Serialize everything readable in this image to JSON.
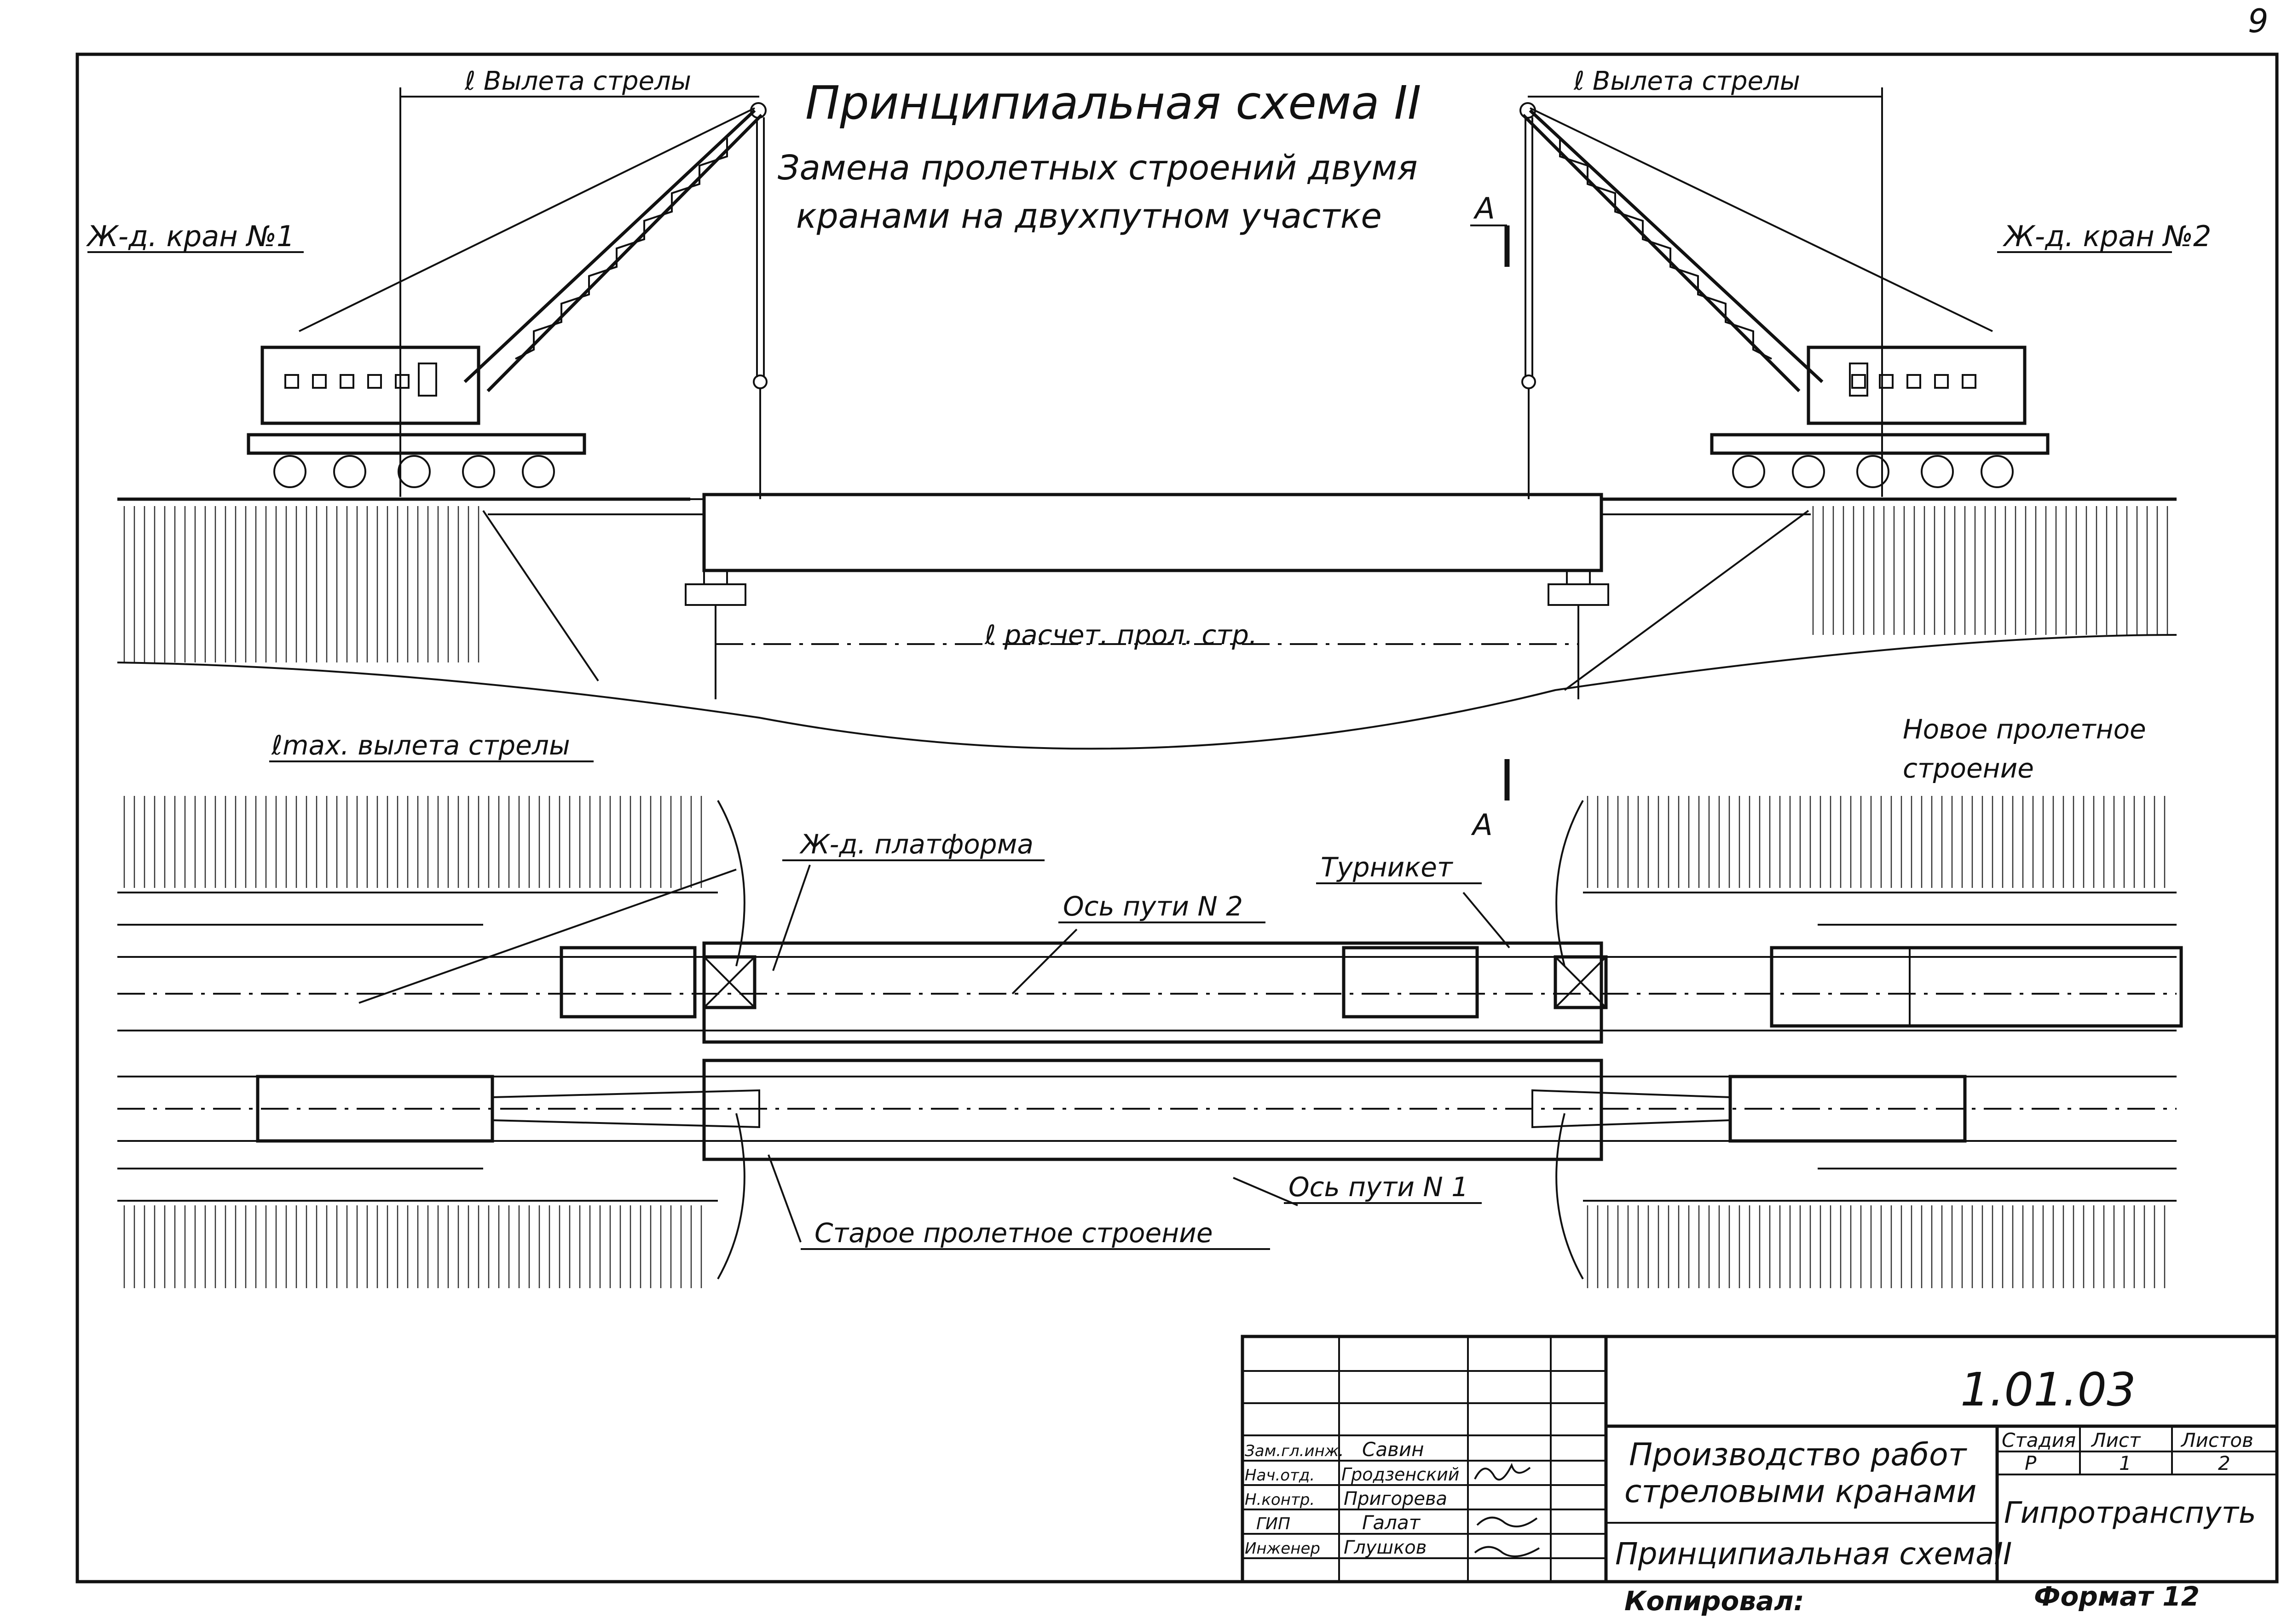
{
  "page_number": "9",
  "title": "Принципиальная схема II",
  "subtitle_line1": "Замена пролетных строений двумя",
  "subtitle_line2": "кранами на двухпутном участке",
  "labels": {
    "crane1": "Ж-д. кран №1",
    "crane2": "Ж-д. кран №2",
    "boom_reach_left": "ℓ  Вылета стрелы",
    "boom_reach_right": "ℓ  Вылета стрелы",
    "section_mark": "А",
    "span_design": "ℓ расчет. прол. стр.",
    "max_boom_reach": "ℓmax. вылета стрелы",
    "platform": "Ж-д. платформа",
    "turnstile": "Турникет",
    "new_span": "Новое пролетное",
    "new_span2": "строение",
    "track2_axis": "Ось пути N 2",
    "track1_axis": "Ось пути N 1",
    "old_span": "Старое пролетное строение"
  },
  "title_block": {
    "doc_number": "1.01.03",
    "project_title_1": "Производство работ",
    "project_title_2": "стреловыми кранами",
    "sheet_title": "Принципиальная схемаII",
    "col_stage": "Стадия",
    "col_sheet": "Лист",
    "col_sheets": "Листов",
    "stage": "Р",
    "sheet": "1",
    "sheets": "2",
    "organization": "Гипротранспуть",
    "staff": [
      {
        "role": "Зам.гл.инж.",
        "name": "Савин"
      },
      {
        "role": "Нач.отд.",
        "name": "Гродзенский"
      },
      {
        "role": "Н.контр.",
        "name": "Пригорева"
      },
      {
        "role": "ГИП",
        "name": "Галат"
      },
      {
        "role": "Инженер",
        "name": "Глушков"
      }
    ],
    "copied_by": "Копировал:",
    "format": "Формат 12"
  }
}
